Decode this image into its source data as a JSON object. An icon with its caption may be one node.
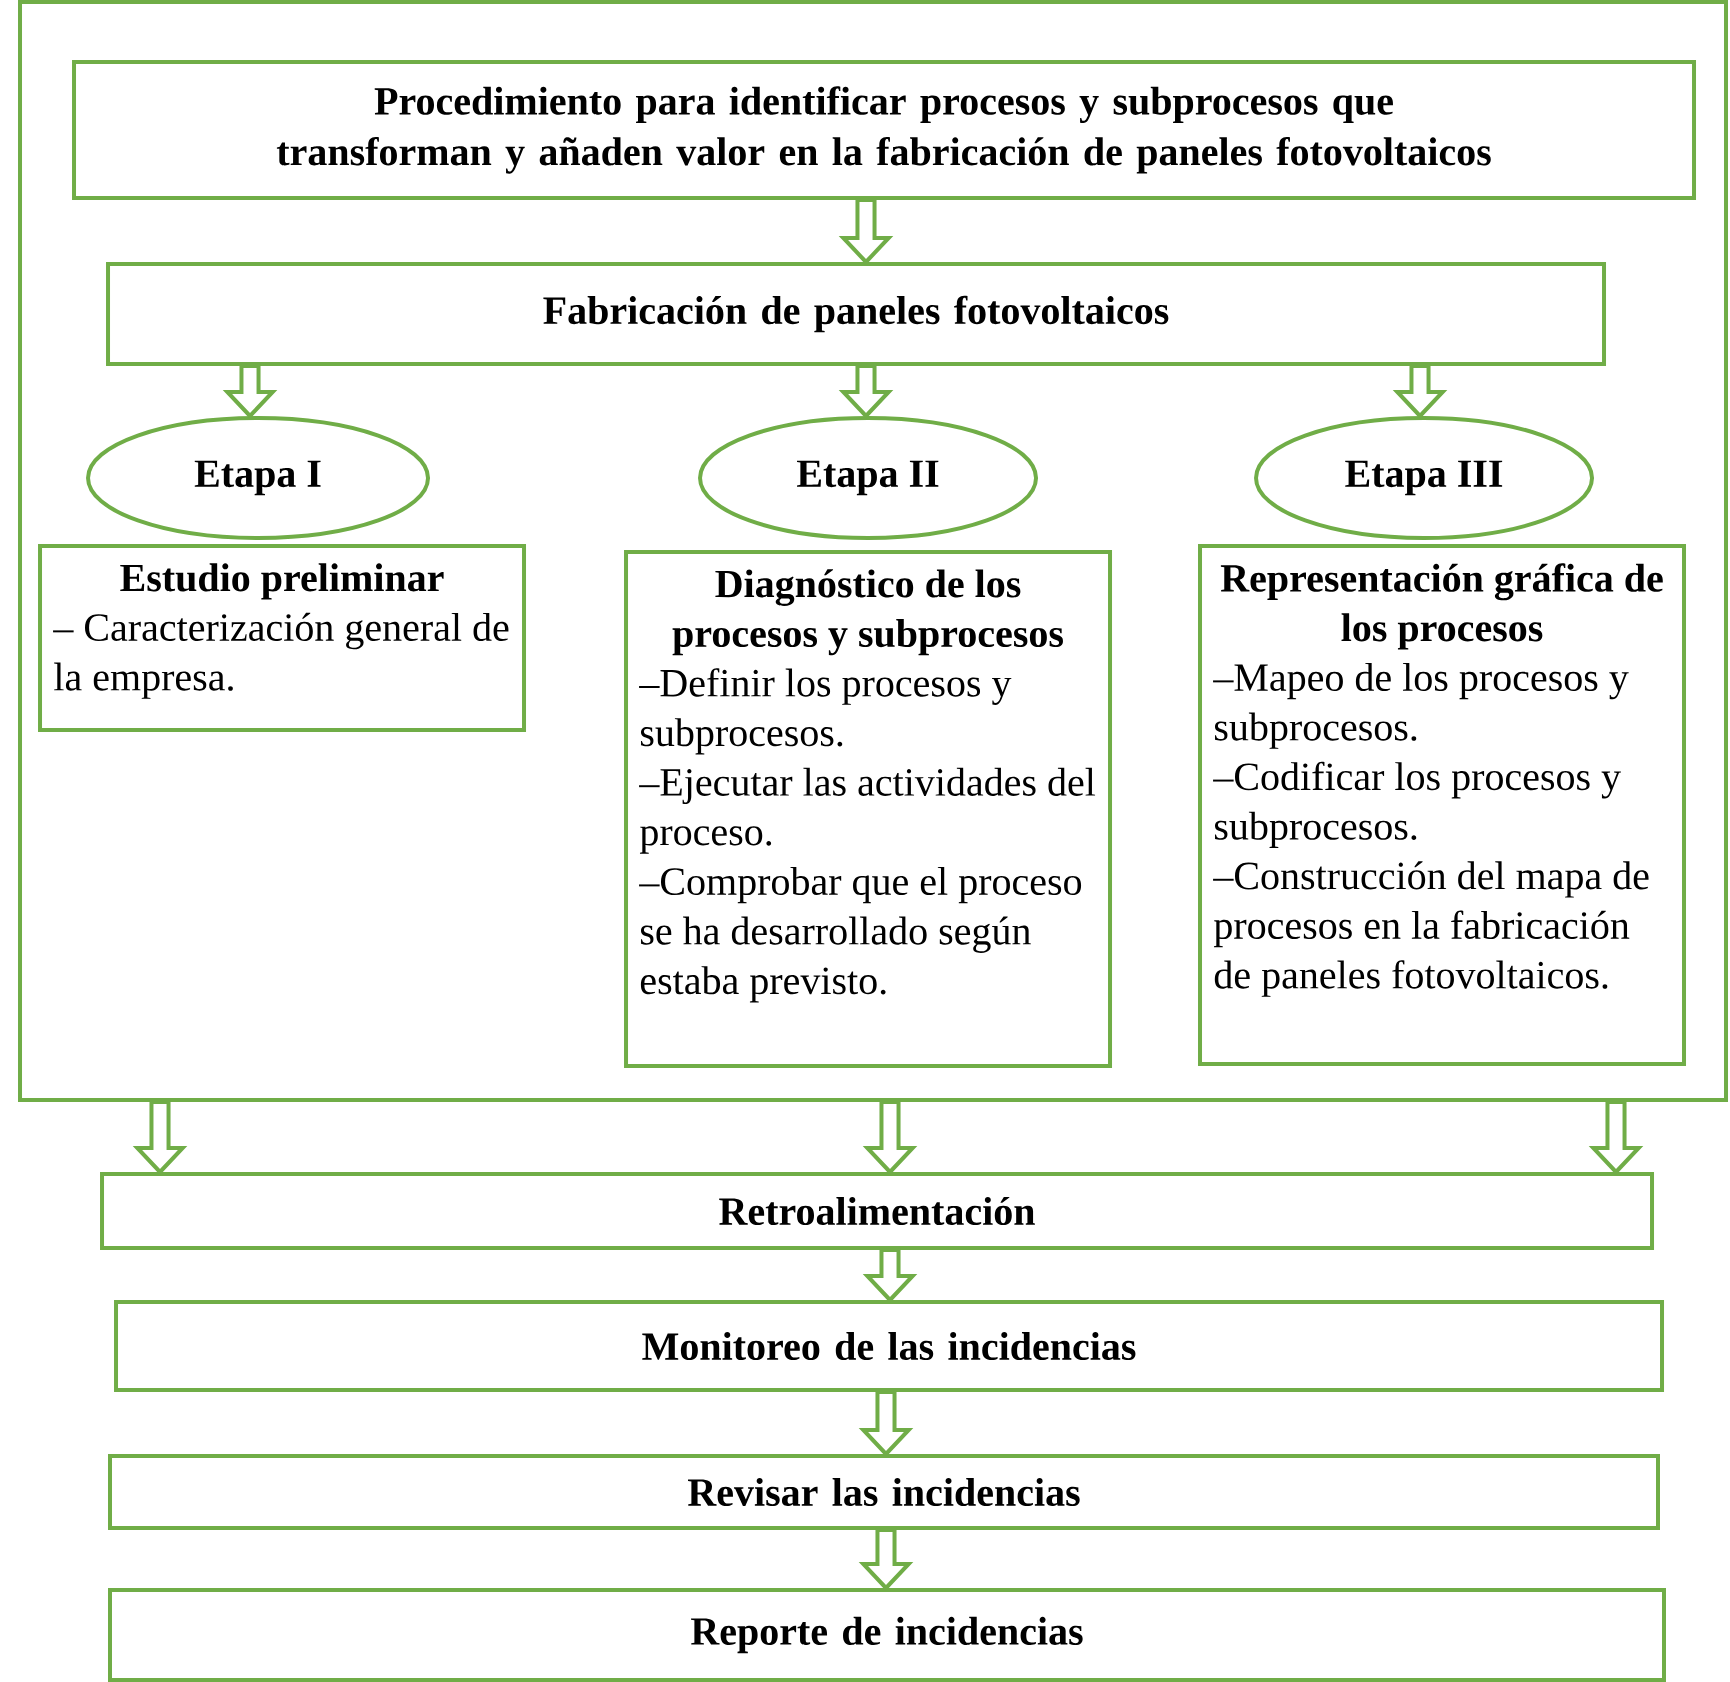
{
  "diagram": {
    "nodes": [
      {
        "text": [],
        "shape": "box"
      },
      {
        "text": [
          "Procedimiento para identificar procesos y subprocesos que transforman y añaden valor en la fabricación de paneles fotovoltaicos"
        ],
        "in": 0
      },
      {
        "text": [
          "Fabricación de paneles fotovoltaicos"
        ],
        "in": 0
      },
      {
        "text": [
          "Etapa I"
        ],
        "in": 0
      },
      {
        "text": [
          "Etapa II"
        ],
        "in": 0
      },
      {
        "text": [
          "Etapa III"
        ],
        "in": 0
      },
      {
        "text": [
          "Estudio preliminar",
          "– Caracterización general de la empresa."
        ],
        "in": 0
      },
      {
        "text": [
          "Diagnóstico de los procesos y subprocesos",
          "–Definir los procesos y subprocesos.",
          "–Ejecutar las actividades del proceso.",
          "–Comprobar que el proceso se ha desarrollado según estaba previsto."
        ],
        "in": 0
      },
      {
        "text": [
          "Representación gráfica de los procesos",
          "–Mapeo de los procesos y subprocesos.",
          "–Codificar los procesos y subprocesos.",
          "–Construcción del mapa de procesos en la fabricación de paneles fotovoltaicos."
        ],
        "in": 0
      },
      {
        "text": [
          "Retroalimentación"
        ]
      },
      {
        "text": [
          "Monitoreo de las incidencias"
        ]
      },
      {
        "text": [
          "Revisar las incidencias"
        ]
      },
      {
        "text": [
          "Reporte de incidencias"
        ]
      }
    ],
    "edges": [
      {
        "from": 1,
        "to": 2,
        "arrow": "to"
      },
      {
        "from": 2,
        "to": 3,
        "arrow": "to"
      },
      {
        "from": 2,
        "to": 4,
        "arrow": "to"
      },
      {
        "from": 2,
        "to": 5,
        "arrow": "to"
      },
      {
        "from": 0,
        "to": 9,
        "arrow": "to"
      },
      {
        "from": 0,
        "to": 9,
        "arrow": "to"
      },
      {
        "from": 0,
        "to": 9,
        "arrow": "to"
      },
      {
        "from": 9,
        "to": 10,
        "arrow": "to"
      },
      {
        "from": 10,
        "to": 11,
        "arrow": "to"
      },
      {
        "from": 11,
        "to": 12,
        "arrow": "to"
      }
    ]
  }
}
